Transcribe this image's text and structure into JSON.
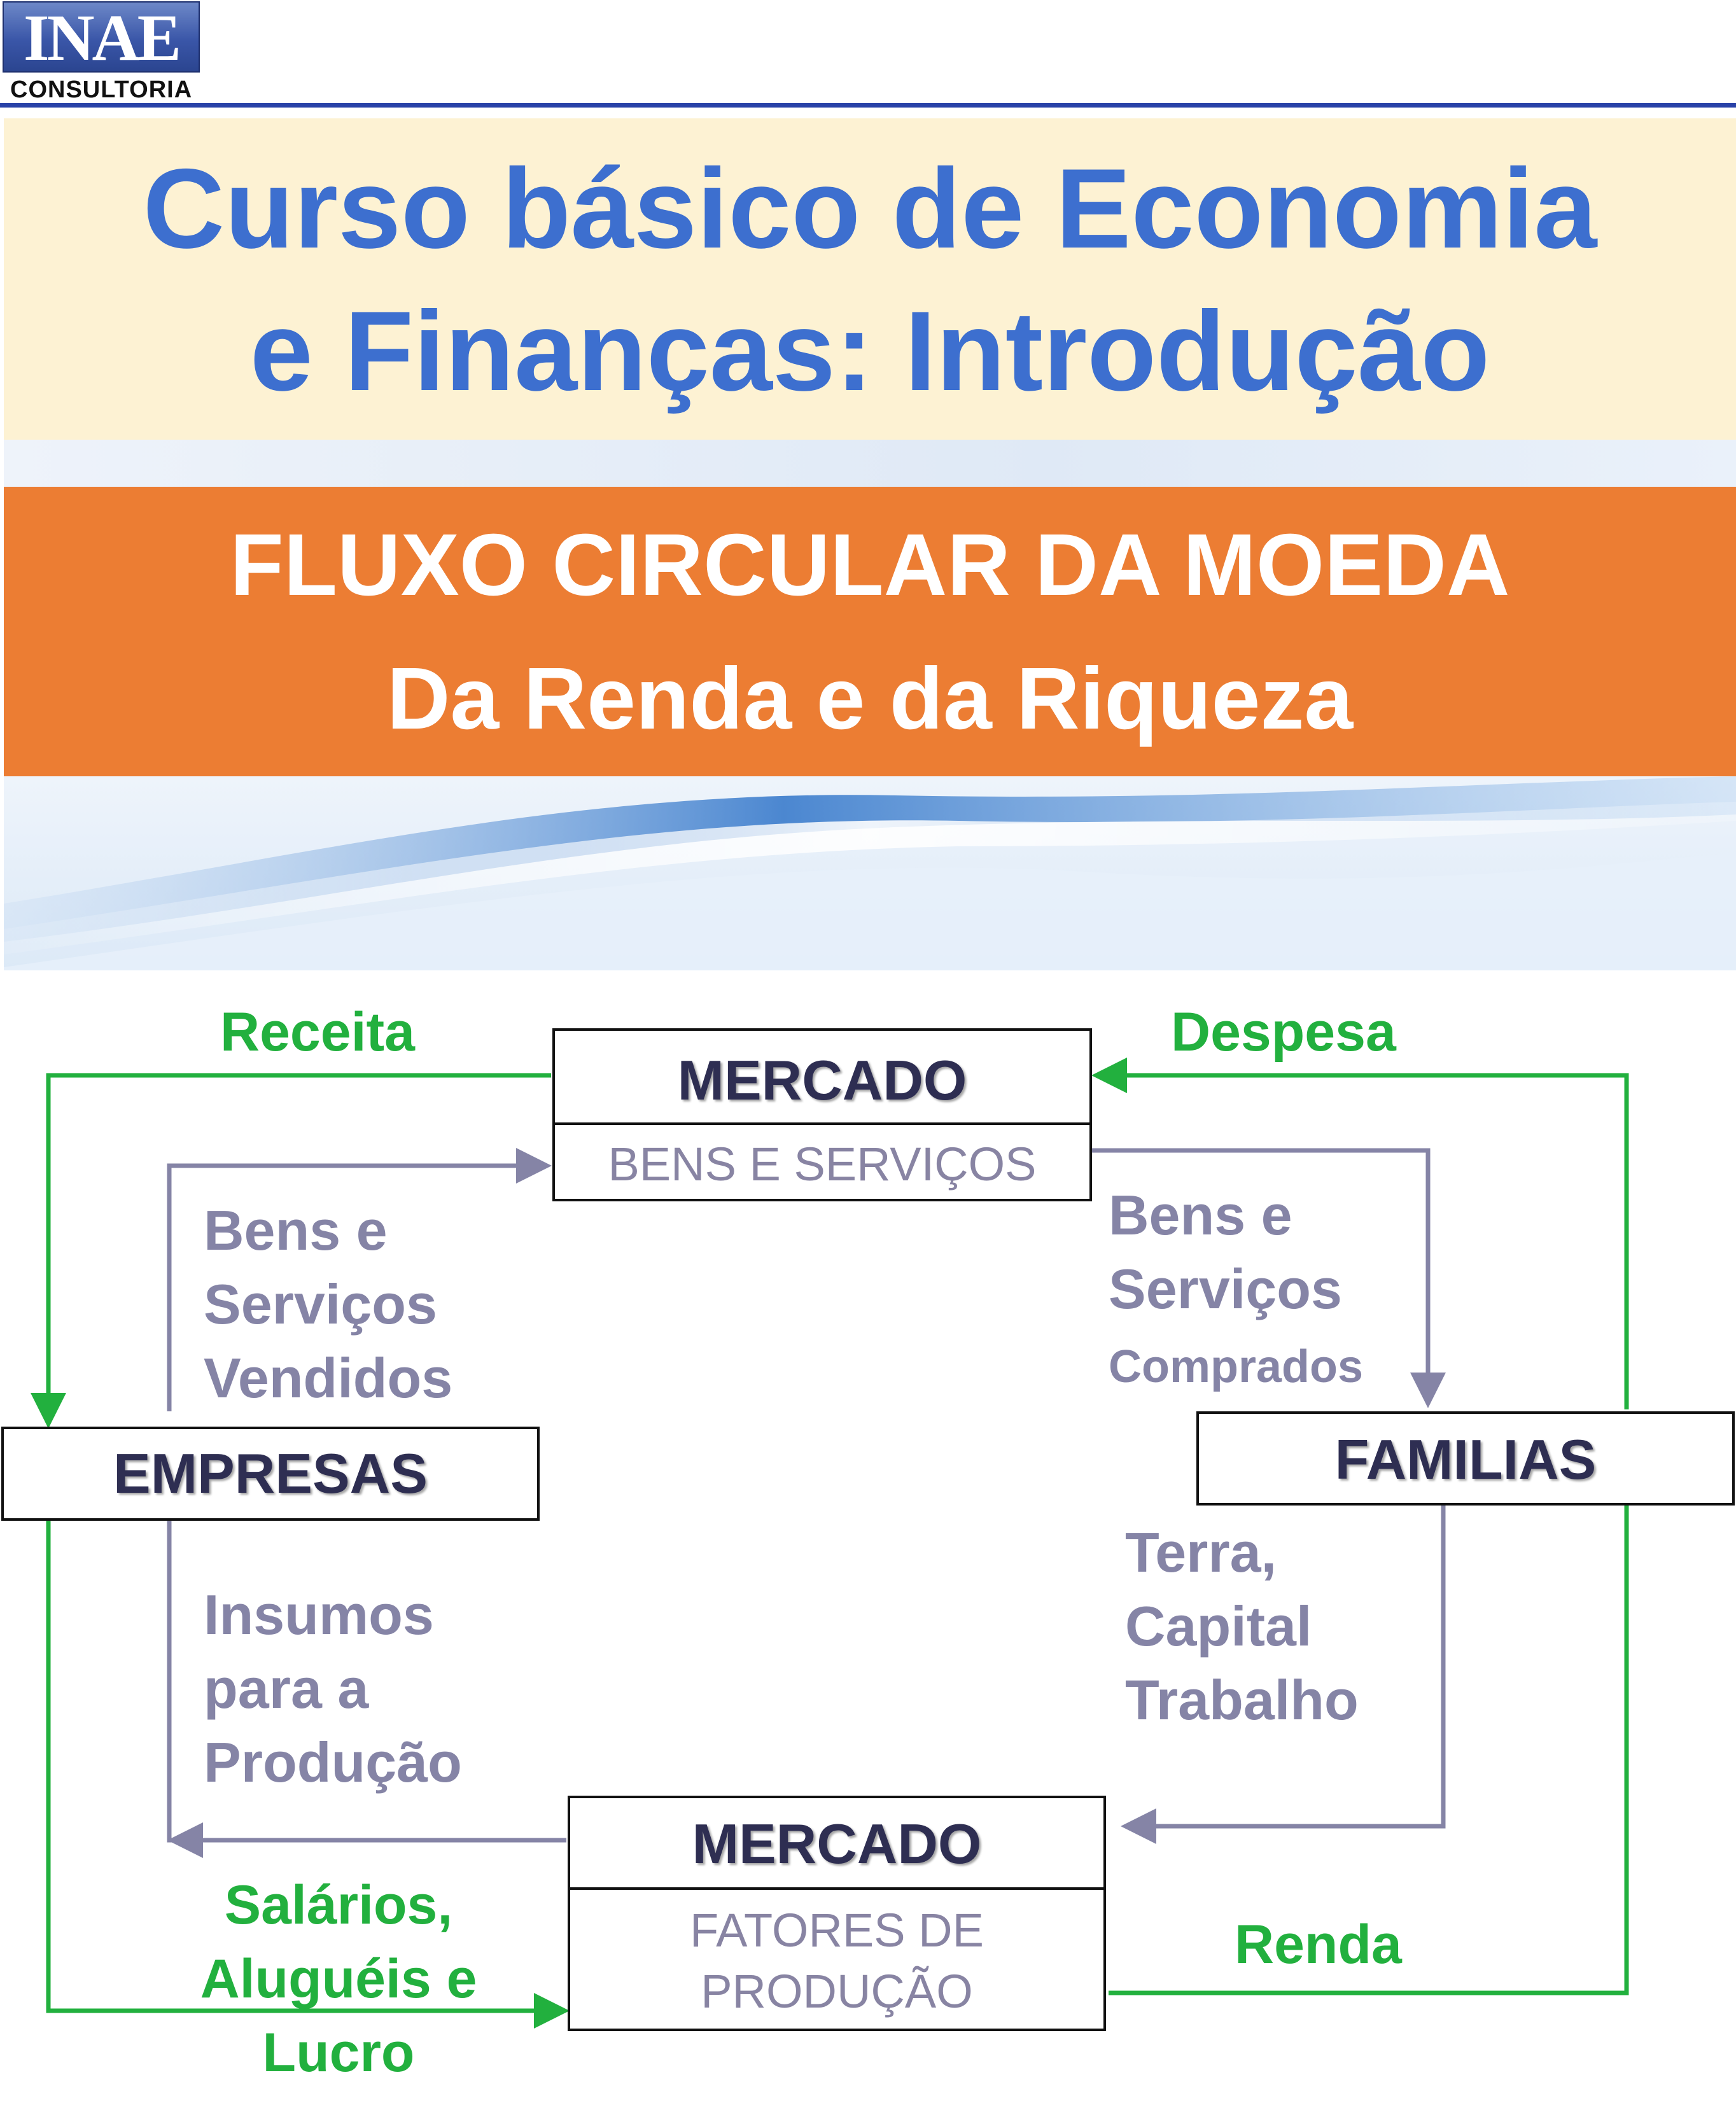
{
  "logo": {
    "mark": "INAE",
    "subtitle": "CONSULTORIA"
  },
  "title": {
    "line1": "Curso básico de Economia",
    "line2": "e Finanças: Introdução"
  },
  "subtitle": {
    "line1": "FLUXO CIRCULAR DA MOEDA",
    "line2": "Da Renda e da Riqueza"
  },
  "diagram": {
    "market_goods": {
      "heading": "MERCADO",
      "label": "BENS E SERVIÇOS"
    },
    "market_factors": {
      "heading": "MERCADO",
      "label_line1": "FATORES DE",
      "label_line2": "PRODUÇÃO"
    },
    "firms": {
      "label": "EMPRESAS"
    },
    "households": {
      "label": "FAMILIAS"
    },
    "money_flows": {
      "revenue": "Receita",
      "expense": "Despesa",
      "income": "Renda",
      "payments_line1": "Salários,",
      "payments_line2": "Aluguéis e",
      "payments_line3": "Lucro"
    },
    "real_flows": {
      "sold_line1": "Bens e",
      "sold_line2": "Serviços",
      "sold_line3": "Vendidos",
      "bought_line1": "Bens e",
      "bought_line2": "Serviços",
      "bought_line3": "Comprados",
      "inputs_line1": "Insumos",
      "inputs_line2": "para a",
      "inputs_line3": "Produção",
      "factors_line1": "Terra,",
      "factors_line2": "Capital",
      "factors_line3": "Trabalho"
    }
  },
  "colors": {
    "money_flow": "#22b03e",
    "real_flow": "#8584a6",
    "title": "#3d6fcf",
    "band": "#ec7d33"
  }
}
